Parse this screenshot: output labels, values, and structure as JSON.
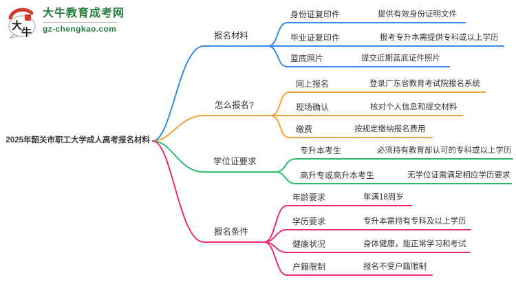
{
  "logo": {
    "site_name": "大牛教育成考网",
    "site_url": "gz-chengkao.com",
    "icon_char_1": "大",
    "icon_char_2": "牛",
    "brand_green": "#267f3e",
    "brand_red": "#cf3a2b"
  },
  "mindmap": {
    "root": "2025年韶关市职工大学成人高考报名材料",
    "branches": [
      {
        "label": "报名材料",
        "color": "#3388e8",
        "children": [
          {
            "label": "身份证复印件",
            "detail": "提供有效身份证明文件"
          },
          {
            "label": "毕业证复印件",
            "detail": "报考专升本需提供专科或以上学历"
          },
          {
            "label": "蓝底照片",
            "detail": "提交近期蓝底证件照片"
          }
        ]
      },
      {
        "label": "怎么报名?",
        "color": "#f2a33c",
        "children": [
          {
            "label": "网上报名",
            "detail": "登录广东省教育考试院报名系统"
          },
          {
            "label": "现场确认",
            "detail": "核对个人信息和提交材料"
          },
          {
            "label": "缴费",
            "detail": "按规定缴纳报名费用"
          }
        ]
      },
      {
        "label": "学位证要求",
        "color": "#2bbe69",
        "children": [
          {
            "label": "专升本考生",
            "detail": "必须持有教育部认可的专科或以上学历"
          },
          {
            "label": "高升专或高升本考生",
            "detail": "无学位证需满足相应学历要求"
          }
        ]
      },
      {
        "label": "报名条件",
        "color": "#ed2b6f",
        "children": [
          {
            "label": "年龄要求",
            "detail": "年满18周岁"
          },
          {
            "label": "学历要求",
            "detail": "专升本需持有专科及以上学历"
          },
          {
            "label": "健康状况",
            "detail": "身体健康，能正常学习和考试"
          },
          {
            "label": "户籍限制",
            "detail": "报名不受户籍限制"
          }
        ]
      }
    ]
  }
}
